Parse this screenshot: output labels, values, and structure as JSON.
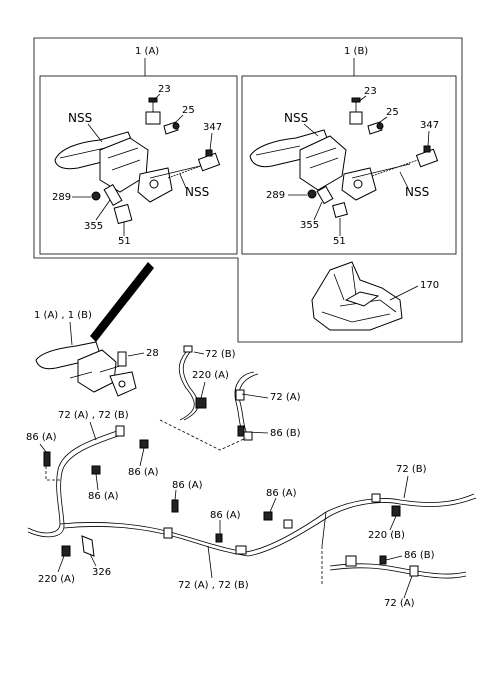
{
  "header": {
    "group_a": "1 (A)",
    "group_b": "1 (B)"
  },
  "callouts": {
    "a_nss_top": "NSS",
    "a_nss_side": "NSS",
    "a_23": "23",
    "a_25": "25",
    "a_347": "347",
    "a_289": "289",
    "a_355": "355",
    "a_51": "51",
    "b_nss_top": "NSS",
    "b_nss_side": "NSS",
    "b_23": "23",
    "b_25": "25",
    "b_347": "347",
    "b_289": "289",
    "b_355": "355",
    "b_51": "51",
    "p170": "170",
    "assy": "1 (A) , 1 (B)",
    "p28": "28",
    "c72b_top": "72 (B)",
    "c220a_mid": "220 (A)",
    "c72a_right": "72 (A)",
    "c86b_right": "86 (B)",
    "c72ab_left": "72 (A) , 72 (B)",
    "c86a_left": "86 (A)",
    "c86a_center": "86 (A)",
    "c86a_lower": "86 (A)",
    "c86a_mid": "86 (A)",
    "c86a_mid2": "86 (A)",
    "c86a_mid3": "86 (A)",
    "c72b_far": "72 (B)",
    "c220b": "220 (B)",
    "c86b_far": "86 (B)",
    "c72a_bottom": "72 (A)",
    "c72ab_bottom": "72 (A) , 72 (B)",
    "c220a_bottom": "220 (A)",
    "c326": "326"
  },
  "colors": {
    "line": "#000000",
    "background": "#ffffff"
  }
}
